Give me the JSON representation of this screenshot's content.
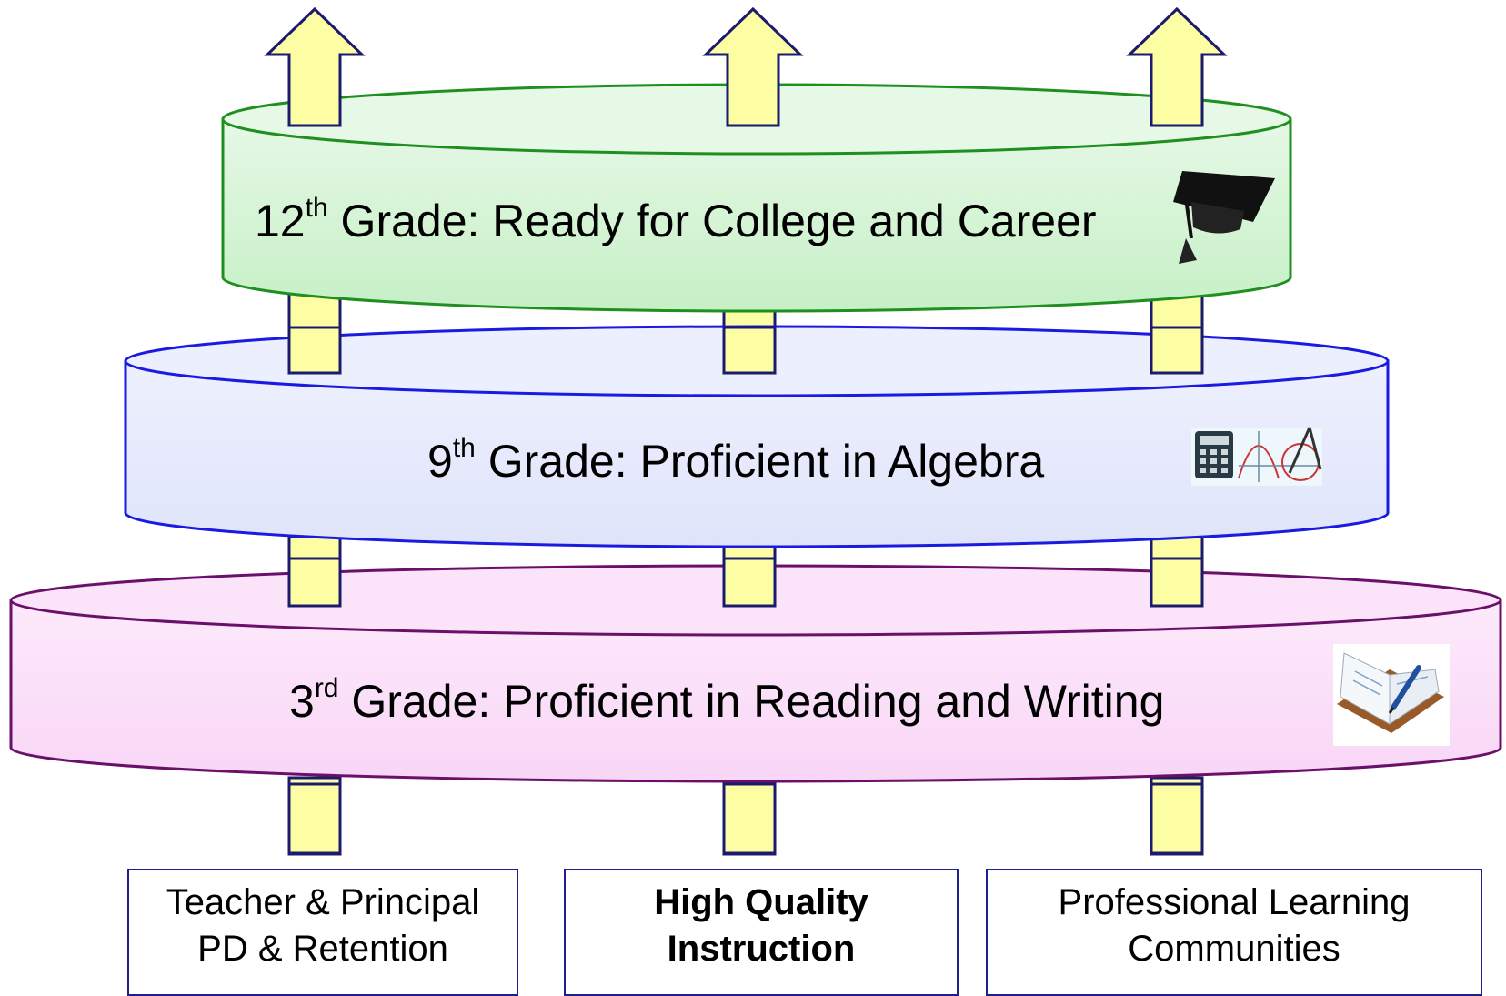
{
  "tiers": [
    {
      "prefix": "12",
      "sup": "th",
      "rest": " Grade: Ready for College and Career",
      "icon": "graduation-cap-icon",
      "fill": "#d4f5d4",
      "stroke": "#1f8f1f"
    },
    {
      "prefix": "9",
      "sup": "th",
      "rest": " Grade: Proficient in Algebra",
      "icon": "math-tools-icon",
      "fill": "#e4e8fb",
      "stroke": "#1a1ae0"
    },
    {
      "prefix": "3",
      "sup": "rd",
      "rest": " Grade: Proficient in Reading and Writing",
      "icon": "book-and-pen-icon",
      "fill": "#fadcf8",
      "stroke": "#6a106a"
    }
  ],
  "pillars": [
    {
      "label": "Teacher & Principal\nPD & Retention",
      "bold": false
    },
    {
      "label": "High Quality\nInstruction",
      "bold": true
    },
    {
      "label": "Professional Learning\nCommunities",
      "bold": false
    }
  ],
  "colors": {
    "arrow_fill": "#fdfda3",
    "arrow_stroke": "#1a1a6e",
    "box_stroke": "#1f1f8f"
  }
}
